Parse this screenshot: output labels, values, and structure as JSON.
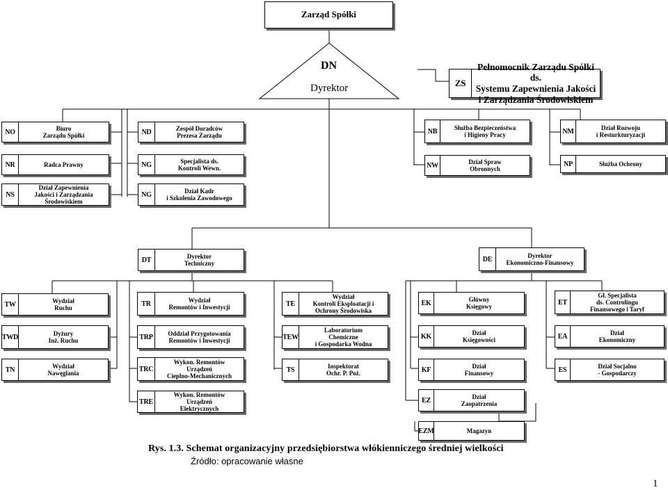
{
  "top": {
    "name": "Zarząd Spółki"
  },
  "director": {
    "code": "DN",
    "name": "Dyrektor"
  },
  "units": [
    {
      "id": "zs",
      "code": "ZS",
      "name": "Pełnomocnik Zarządu Spółki ds.\nSystemu Zapewnienia Jakości\ni Zarządzania Środowiskiem"
    },
    {
      "id": "no",
      "code": "NO",
      "name": "Biuro\nZarządu Spółki"
    },
    {
      "id": "nd",
      "code": "ND",
      "name": "Zespół Doradców\nPrezesa Zarządu"
    },
    {
      "id": "nb",
      "code": "NB",
      "name": "Służba Bezpieczeństwa\ni Higieny Pracy"
    },
    {
      "id": "nm",
      "code": "NM",
      "name": "Dział Rozwoju\ni Resturkturyzacji"
    },
    {
      "id": "nr",
      "code": "NR",
      "name": "Radca Prawny"
    },
    {
      "id": "ng1",
      "code": "NG",
      "name": "Specjalista ds.\nKontroli Wewn."
    },
    {
      "id": "nw",
      "code": "NW",
      "name": "Dział Spraw\nObronnych"
    },
    {
      "id": "np",
      "code": "NP",
      "name": "Służba Ochrony"
    },
    {
      "id": "ns",
      "code": "NS",
      "name": "Dział Zapewnienia\nJakości i Zarządzania\nŚrodowiskiem"
    },
    {
      "id": "ng2",
      "code": "NG",
      "name": "Dział Kadr\ni Szkolenia Zawodowego"
    },
    {
      "id": "dt",
      "code": "DT",
      "name": "Dyrektor\nTechniczny"
    },
    {
      "id": "de",
      "code": "DE",
      "name": "Dyrektor\nEkonomiczno-Finansowy"
    },
    {
      "id": "tw",
      "code": "TW",
      "name": "Wydział\nRuchu"
    },
    {
      "id": "tr",
      "code": "TR",
      "name": "Wydział\nRemontów i Inwestycji"
    },
    {
      "id": "te",
      "code": "TE",
      "name": "Wydział\nKontroli Eksploatacji i\nOchrony Środowiska"
    },
    {
      "id": "ek",
      "code": "EK",
      "name": "Główny\nKsięgowy"
    },
    {
      "id": "et",
      "code": "ET",
      "name": "Gł. Specjalista\nds. Controlingu\nFinansowego i Taryf"
    },
    {
      "id": "twd",
      "code": "TWD",
      "name": "Dyżury\nInż. Ruchu"
    },
    {
      "id": "trp",
      "code": "TRP",
      "name": "Oddział Przygotowania\nRemontów i Inwestycji"
    },
    {
      "id": "tew",
      "code": "TEW",
      "name": "Laboratorium\nChemiczne\ni Gospodarka Wodna"
    },
    {
      "id": "kk",
      "code": "KK",
      "name": "Dział\nKsięgowości"
    },
    {
      "id": "ea",
      "code": "EA",
      "name": "Dział\nEkonomiczny"
    },
    {
      "id": "tn",
      "code": "TN",
      "name": "Wydział\nNawęglania"
    },
    {
      "id": "trc",
      "code": "TRC",
      "name": "Wykon. Remontów\nUrządzeń\nCieplno-Mechanicznych"
    },
    {
      "id": "ts",
      "code": "TS",
      "name": "Inspektorat\nOchr. P. Poż."
    },
    {
      "id": "kf",
      "code": "KF",
      "name": "Dział\nFinansowy"
    },
    {
      "id": "es",
      "code": "ES",
      "name": "Dział Socjalno\n- Gospodarczy"
    },
    {
      "id": "tre",
      "code": "TRE",
      "name": "Wykon. Remontów\nUrządzeń\nElektrycznych"
    },
    {
      "id": "ez",
      "code": "EZ",
      "name": "Dział\nZaopatrzenia"
    },
    {
      "id": "ezm",
      "code": "EZM",
      "name": "Magazyn"
    }
  ],
  "caption": "Rys. 1.3. Schemat organizacyjny przedsiębiorstwa włókienniczego średniej wielkości",
  "source": "Źródło: opracowanie własne",
  "page_number": "1"
}
